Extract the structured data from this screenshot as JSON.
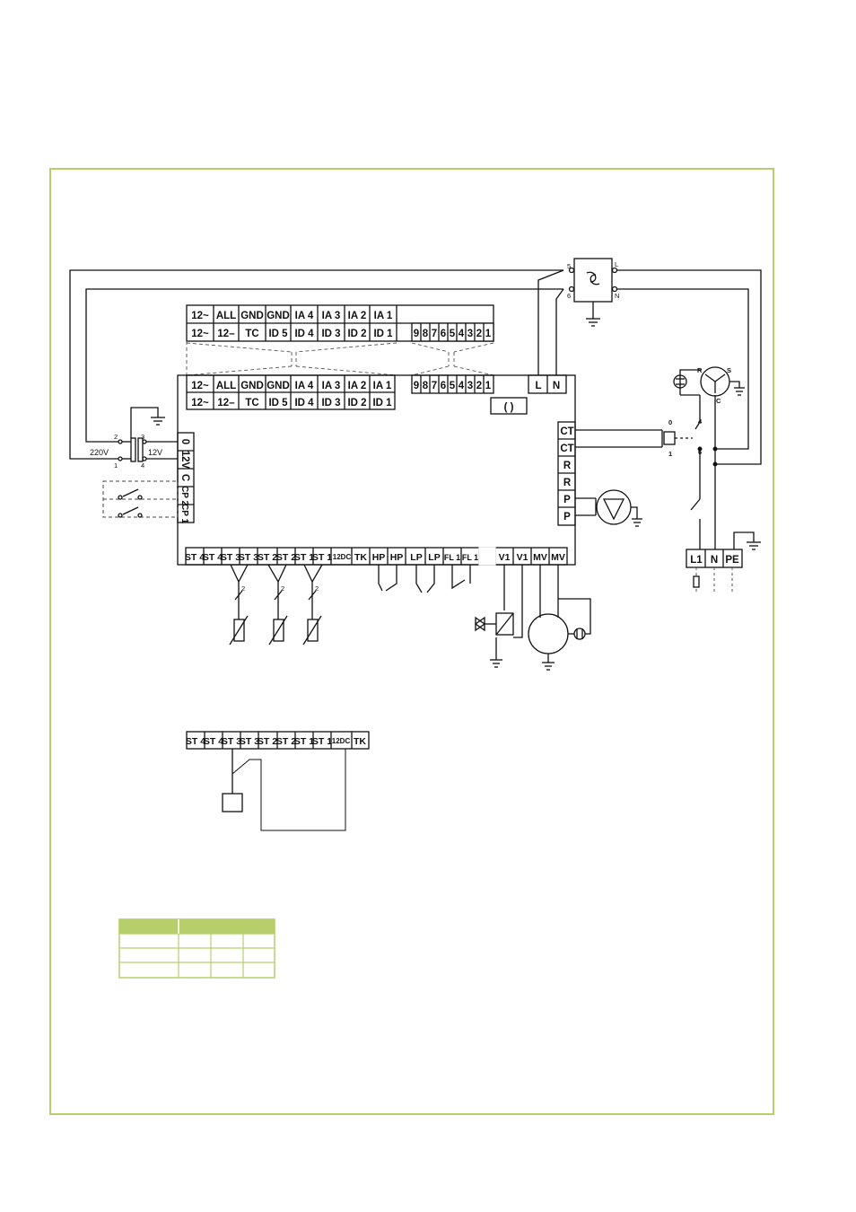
{
  "colors": {
    "frame": "#b7cf6b",
    "table_header": "#b7cf6b",
    "line": "#111111",
    "dashed": "#555555"
  },
  "top_connector": {
    "row1": [
      "12~",
      "ALL",
      "GND",
      "GND",
      "IA 4",
      "IA 3",
      "IA 2",
      "IA 1"
    ],
    "row2": [
      "12~",
      "12–",
      "TC",
      "ID 5",
      "ID 4",
      "ID 3",
      "ID 2",
      "ID 1"
    ],
    "digits": [
      "9",
      "8",
      "7",
      "6",
      "5",
      "4",
      "3",
      "2",
      "1"
    ]
  },
  "board_connector": {
    "row1": [
      "12~",
      "ALL",
      "GND",
      "GND",
      "IA 4",
      "IA 3",
      "IA 2",
      "IA 1"
    ],
    "row2": [
      "12~",
      "12–",
      "TC",
      "ID 5",
      "ID 4",
      "ID 3",
      "ID 2",
      "ID 1"
    ],
    "digits": [
      "9",
      "8",
      "7",
      "6",
      "5",
      "4",
      "3",
      "2",
      "1"
    ],
    "ln": [
      "L",
      "N"
    ],
    "slot": "(        )"
  },
  "left_terminals": [
    "0",
    "12V",
    "C",
    "CP 2",
    "CP 1"
  ],
  "right_terminals": [
    "CT",
    "CT",
    "R",
    "R",
    "P",
    "P"
  ],
  "bottom_terminals": [
    "ST 4",
    "ST 4",
    "ST 3",
    "ST 3",
    "ST 2",
    "ST 2",
    "ST 1",
    "ST 1",
    "12DC",
    "TK",
    "HP",
    "HP",
    "LP",
    "LP",
    "FL 1",
    "FL 1",
    "V1",
    "V1",
    "MV",
    "MV"
  ],
  "transformer": {
    "primary": "220V",
    "secondary": "12V",
    "pins": [
      "2",
      "3",
      "1",
      "4"
    ]
  },
  "sensor_labels": [
    "2",
    "2",
    "2"
  ],
  "filter_box": {
    "pins": [
      "5",
      "6"
    ],
    "lines": [
      "L",
      "N"
    ]
  },
  "compressor": {
    "terminals": [
      "R",
      "S",
      "C"
    ]
  },
  "relay": {
    "pins": [
      "0",
      "1",
      "4",
      "6"
    ]
  },
  "supply_terminals": [
    "L1",
    "N",
    "PE"
  ],
  "detail_terminals": [
    "ST 4",
    "ST 4",
    "ST 3",
    "ST 3",
    "ST 2",
    "ST 2",
    "ST 1",
    "ST 1",
    "12DC",
    "TK"
  ]
}
